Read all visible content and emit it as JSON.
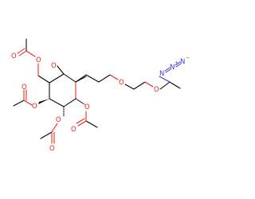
{
  "molecule": {
    "colors": {
      "bond": "#000000",
      "oxygen": "#e8261a",
      "nitrogen": "#3b3bd8",
      "background": "#ffffff"
    },
    "atoms": {
      "ring_oxygen": "O",
      "ether_oxygen_1": "O",
      "ether_oxygen_2": "O",
      "c6_ester_oxygen": "O",
      "c6_carbonyl_oxygen": "O",
      "c4_ester_oxygen": "O",
      "c4_carbonyl_oxygen": "O",
      "c3_ester_oxygen": "O",
      "c3_carbonyl_oxygen": "O",
      "c2_ester_oxygen": "O",
      "c2_carbonyl_oxygen": "O",
      "azide_n1": "N",
      "azide_n2": "N",
      "azide_n2_charge": "+",
      "azide_n3": "N",
      "azide_n3_charge": "−"
    }
  }
}
